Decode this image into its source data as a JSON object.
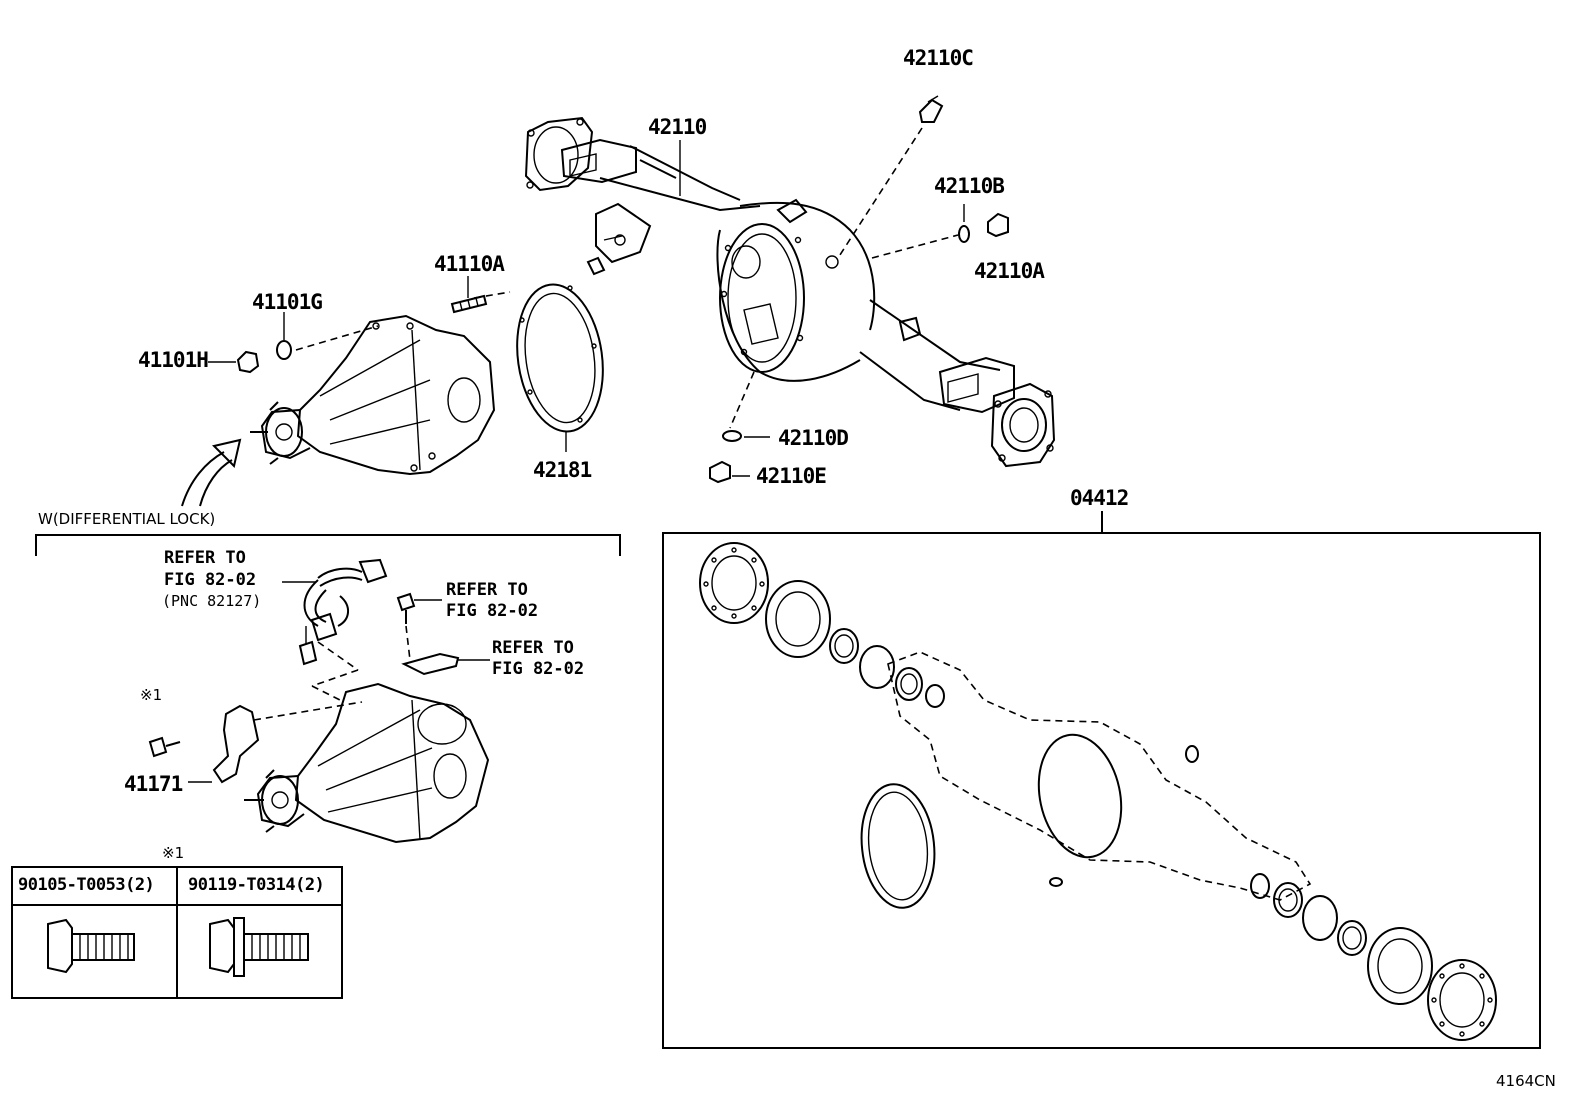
{
  "diagram": {
    "part_labels": {
      "p42110C": "42110C",
      "p42110": "42110",
      "p42110B": "42110B",
      "p42110A": "42110A",
      "p41110A": "41110A",
      "p41101G": "41101G",
      "p41101H": "41101H",
      "p42181": "42181",
      "p42110D": "42110D",
      "p42110E": "42110E",
      "p04412": "04412",
      "p41171": "41171"
    },
    "diff_lock_caption": "W(DIFFERENTIAL LOCK)",
    "refer_notes": {
      "harness_line1": "REFER TO",
      "harness_line2": "FIG 82-02",
      "harness_line3": "(PNC 82127)",
      "bolt_line1": "REFER TO",
      "bolt_line2": "FIG 82-02",
      "sensor_line1": "REFER TO",
      "sensor_line2": "FIG 82-02"
    },
    "note_marks": {
      "bolt_mark": "※1",
      "table_mark": "※1"
    },
    "bolt_table": {
      "col1": "90105-T0053(2)",
      "col2": "90119-T0314(2)"
    },
    "figure_code": "4164CN"
  }
}
